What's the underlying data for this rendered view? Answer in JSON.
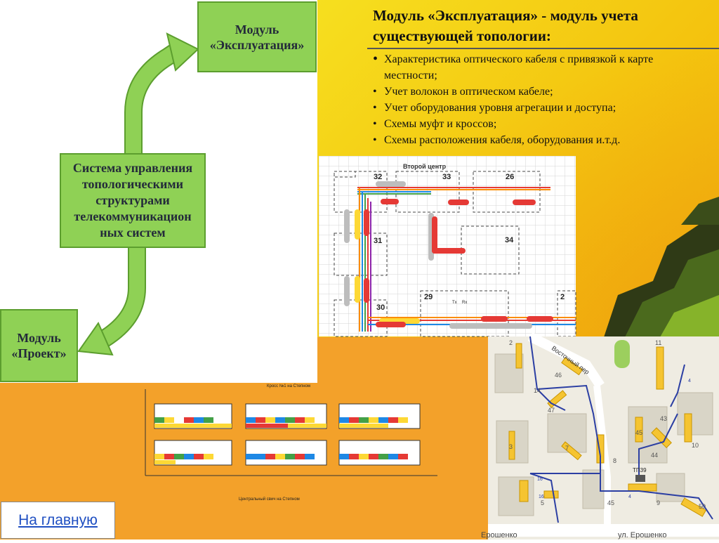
{
  "diagram": {
    "module_exploitation_line1": "Модуль",
    "module_exploitation_line2": "«Эксплуатация»",
    "system_lines": [
      "Система управления",
      "топологическими",
      "структурами",
      "телекоммуникацион",
      "ных систем"
    ],
    "module_project_line1": "Модуль",
    "module_project_line2": "«Проект»"
  },
  "content": {
    "heading_line1": "Модуль «Эксплуатация» - модуль учета",
    "heading_line2": "существующей топологии:",
    "bullets": [
      "Характеристика оптического кабеля с привязкой к карте местности;",
      "Учет волокон в оптическом кабеле;",
      "Учет оборудования  уровня агрегации и доступа;",
      "Схемы  муфт и кроссов;",
      "Схемы расположения кабеля, оборудования и.т.д."
    ]
  },
  "scheme": {
    "title": "Второй центр",
    "nodes": [
      "32",
      "33",
      "26",
      "31",
      "34",
      "30",
      "29",
      "2"
    ],
    "tx": "Tx",
    "rx": "Rx"
  },
  "cross_table": {
    "title": "Кросс №1 на Степном",
    "footer": "Центральный свич на Степном"
  },
  "map": {
    "street_vostochny": "Восточный пер",
    "street_eroshenko": "ул. Ерошенко",
    "street_eroshenko2": "Ерошенко",
    "tp_label": "ТП39",
    "house_numbers": [
      "2",
      "11",
      "46",
      "14",
      "47",
      "3",
      "45",
      "43",
      "7",
      "10",
      "8",
      "44",
      "45",
      "5",
      "9",
      "50",
      "4",
      "16",
      "16",
      "4"
    ]
  },
  "nav": {
    "home_label": "На главную"
  }
}
